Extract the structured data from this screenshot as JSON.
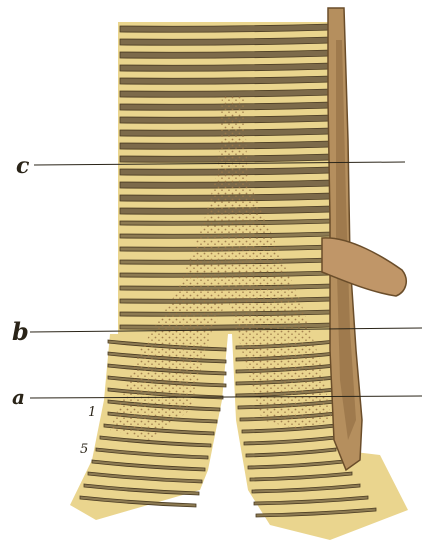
{
  "figure": {
    "labels": {
      "c": "c",
      "b": "b",
      "a": "a",
      "n1": "1",
      "n5": "5"
    },
    "colors": {
      "ring": "#f1dd9a",
      "ring_dark": "#8c7a52",
      "band": "#7c6a4a",
      "stroke": "#4a3b22",
      "muscle": "#b58f5e",
      "muscle_dark": "#7a5a34",
      "stipple": "#9c7848",
      "line": "#2a2418",
      "paper": "#ffffff"
    }
  }
}
